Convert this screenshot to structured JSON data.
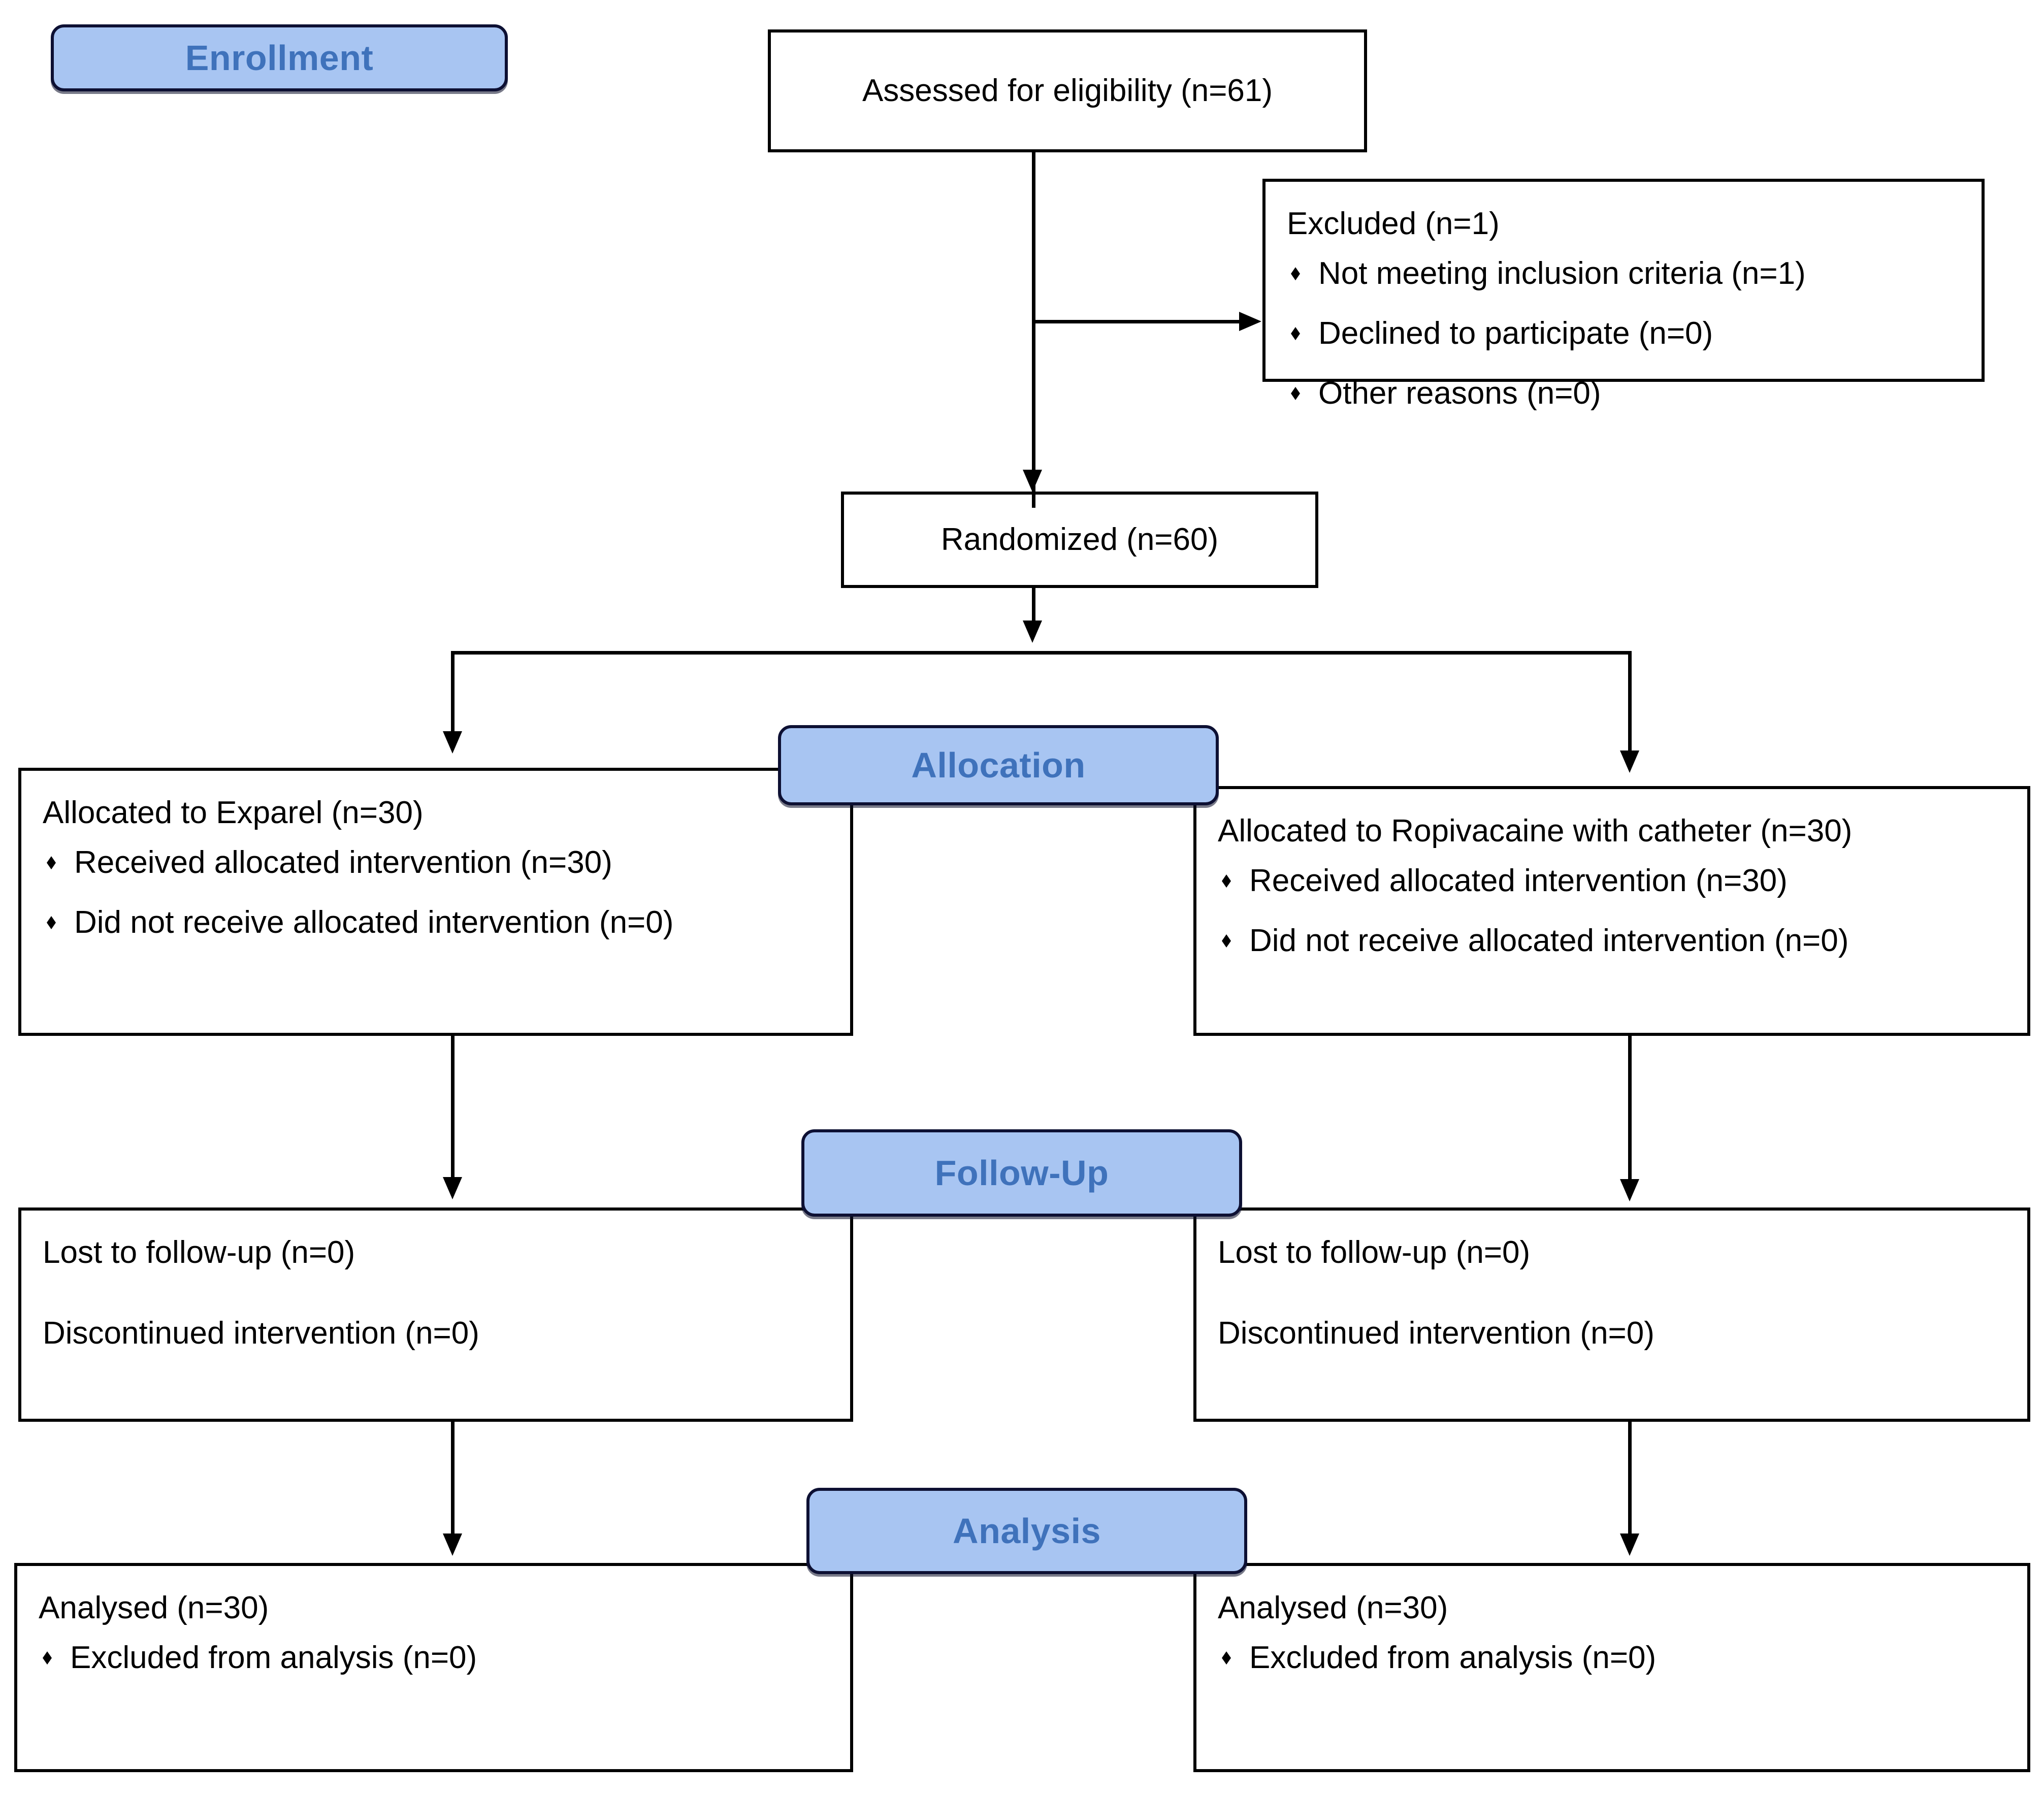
{
  "diagram": {
    "type": "consort-flow-diagram",
    "colors": {
      "stage_label_fill": "#a8c5f2",
      "stage_label_text": "#3f72bb",
      "stage_label_border": "#0d1033",
      "node_border": "#000000",
      "node_fill": "#ffffff",
      "connector": "#000000"
    }
  },
  "stages": {
    "enrollment": "Enrollment",
    "allocation": "Allocation",
    "followup": "Follow-Up",
    "analysis": "Analysis"
  },
  "nodes": {
    "assessed": {
      "title": "Assessed for eligibility (n=61)"
    },
    "excluded": {
      "title": "Excluded (n=1)",
      "bullets": [
        "Not meeting inclusion criteria (n=1)",
        "Declined to participate (n=0)",
        "Other reasons (n=0)"
      ]
    },
    "randomized": {
      "title": "Randomized (n=60)"
    },
    "alloc_left": {
      "title": "Allocated to Exparel (n=30)",
      "bullets": [
        "Received allocated intervention (n=30)",
        "Did not receive allocated intervention (n=0)"
      ]
    },
    "alloc_right": {
      "title": "Allocated to Ropivacaine with catheter (n=30)",
      "bullets": [
        "Received allocated intervention (n=30)",
        "Did not receive allocated intervention (n=0)"
      ]
    },
    "followup_left": {
      "line1": "Lost to follow-up (n=0)",
      "line2": "Discontinued intervention (n=0)"
    },
    "followup_right": {
      "line1": "Lost to follow-up (n=0)",
      "line2": "Discontinued intervention (n=0)"
    },
    "analysis_left": {
      "title": "Analysed (n=30)",
      "bullets": [
        "Excluded from analysis (n=0)"
      ]
    },
    "analysis_right": {
      "title": "Analysed (n=30)",
      "bullets": [
        "Excluded from analysis (n=0)"
      ]
    }
  }
}
